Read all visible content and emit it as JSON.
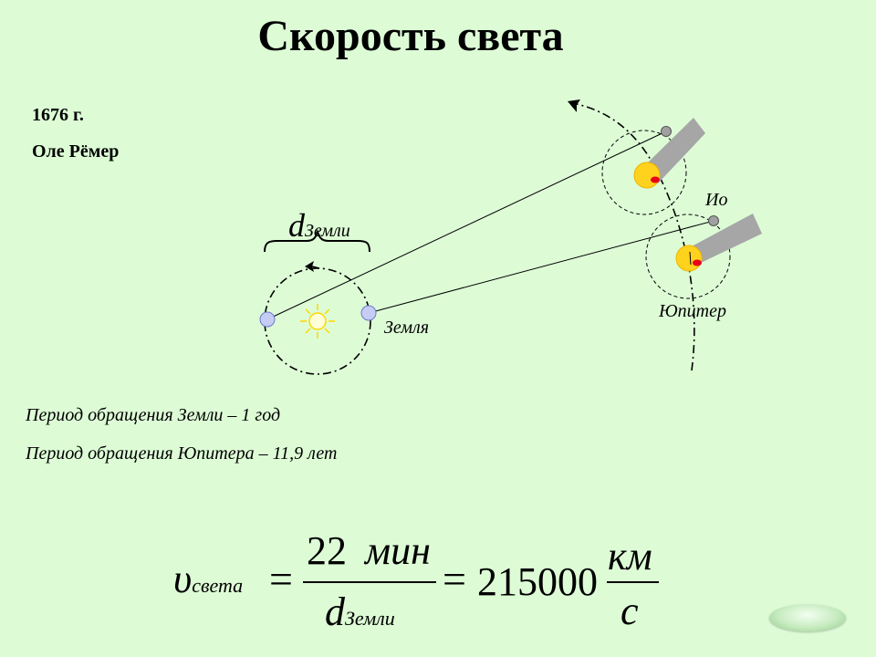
{
  "title": "Скорость света",
  "year": "1676 г.",
  "author": "Оле Рёмер",
  "labels": {
    "earth": "Земля",
    "jupiter": "Юпитер",
    "io": "Ио",
    "d_symbol": "d",
    "d_subscript": "Земли"
  },
  "periods": {
    "earth": "Период обращения Земли – 1 год",
    "jupiter": "Период обращения Юпитера – 11,9 лет"
  },
  "formula": {
    "v_symbol": "υ",
    "v_subscript": "света",
    "equals": "=",
    "numerator_value": "22",
    "numerator_unit": "мин",
    "denominator_symbol": "d",
    "denominator_subscript": "Земли",
    "result_value": "215000",
    "unit_numerator": "км",
    "unit_denominator": "с"
  },
  "colors": {
    "background": "#ddfcd6",
    "planet_blue": "#c6cdf5",
    "jupiter": "#ffd21e",
    "spot": "#e8001a",
    "shadow": "#a6a6a6"
  }
}
